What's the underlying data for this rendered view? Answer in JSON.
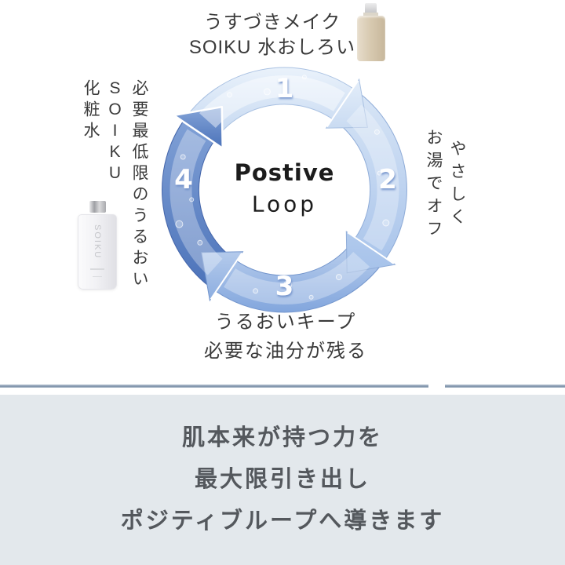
{
  "diagram": {
    "center": {
      "title_line1": "Postive",
      "title_line2": "Loop"
    },
    "steps": [
      {
        "number": "1",
        "lines": [
          "うすづきメイク",
          "SOIKU 水おしろい"
        ]
      },
      {
        "number": "2",
        "lines": [
          "やさしく",
          "お湯でオフ"
        ]
      },
      {
        "number": "3",
        "lines": [
          "うるおいキープ",
          "必要な油分が残る"
        ]
      },
      {
        "number": "4",
        "lines": [
          "必要最低限のうるおい",
          "SOIKU",
          "化粧水"
        ]
      }
    ],
    "arrow_colors": [
      {
        "light": "#eaf2fb",
        "dark": "#c2d6f0",
        "edge": "#a9c1e2"
      },
      {
        "light": "#d9e6f6",
        "dark": "#a6c2ea",
        "edge": "#8facd8"
      },
      {
        "light": "#c0d3ef",
        "dark": "#82a6dd",
        "edge": "#7496cd"
      },
      {
        "light": "#84a4d8",
        "dark": "#4b72b9",
        "edge": "#4465aa"
      }
    ]
  },
  "products": {
    "left_bottle_label": "SOIKU"
  },
  "bottom_panel": {
    "lines": [
      "肌本来が持つ力を",
      "最大限引き出し",
      "ポジティブループへ導きます"
    ],
    "background": "#e3e8ec",
    "text_color": "#54585d"
  },
  "divider_color": "#7d92aa"
}
